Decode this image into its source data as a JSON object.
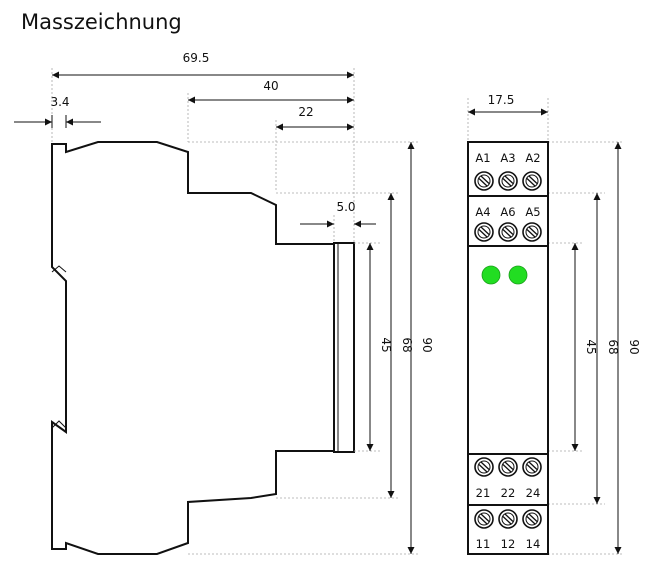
{
  "title": "Masszeichnung",
  "dimensions": {
    "total_depth": "69.5",
    "depth_40": "40",
    "depth_22": "22",
    "rail_3_4": "3.4",
    "step_5_0": "5.0",
    "width": "17.5",
    "side_h45": "45",
    "side_h68": "68",
    "side_h90": "90",
    "front_h45": "45",
    "front_h68": "68",
    "front_h90": "90"
  },
  "terminals": {
    "top_row_1": [
      "A1",
      "A3",
      "A2"
    ],
    "top_row_2": [
      "A4",
      "A6",
      "A5"
    ],
    "bottom_row_1": [
      "21",
      "22",
      "24"
    ],
    "bottom_row_2": [
      "11",
      "12",
      "14"
    ]
  },
  "colors": {
    "led": "#22dd22",
    "outline": "#111111",
    "extension_line": "#a8a8a8"
  }
}
